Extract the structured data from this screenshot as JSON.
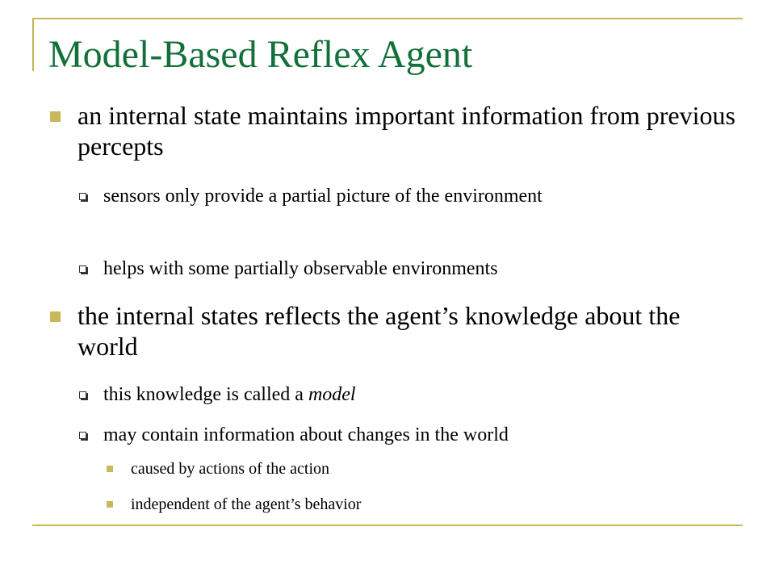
{
  "slide": {
    "title": "Model-Based Reflex Agent",
    "accent_color": "#c8b85a",
    "title_color": "#13703a",
    "bullets": [
      {
        "text": "an internal state maintains important information from previous percepts",
        "sub": [
          {
            "text": "sensors only provide a partial picture of the environment"
          },
          {
            "text": "helps with some partially observable environments"
          }
        ]
      },
      {
        "text": "the internal states reflects the agent’s knowledge about the world",
        "sub": [
          {
            "text_before": "this knowledge is called a ",
            "emphasis": "model"
          },
          {
            "text": "may contain information about changes in the world",
            "sub": [
              {
                "text": "caused by actions of the action"
              },
              {
                "text": "independent of the agent’s behavior"
              }
            ]
          }
        ]
      }
    ]
  }
}
